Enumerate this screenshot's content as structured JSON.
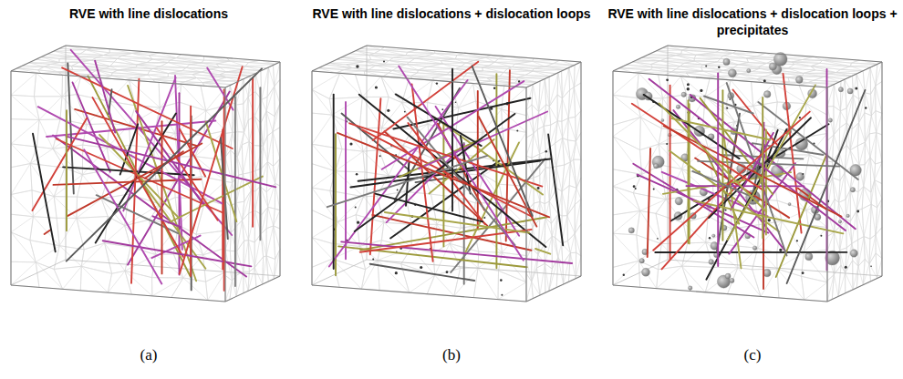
{
  "diagram": {
    "labels": [
      "RVE with line dislocations",
      "RVE with line dislocations + dislocation loops",
      "RVE with line dislocations + dislocation loops + precipitates",
      "(a)",
      "(b)",
      "(c)"
    ]
  }
}
